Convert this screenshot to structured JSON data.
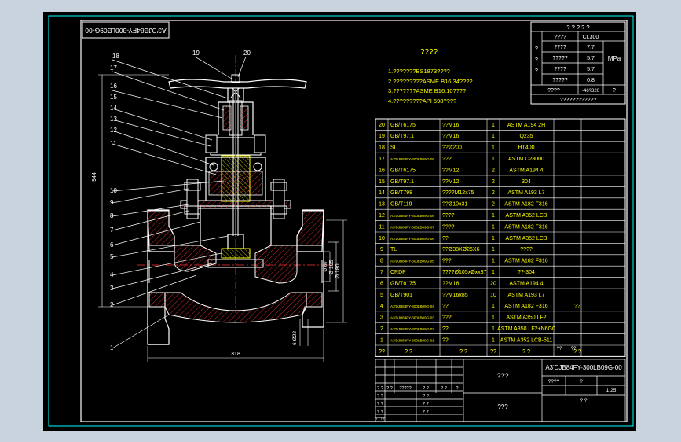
{
  "drawing": {
    "number_rotated": "A3'DJB84FY-300LB09G-00",
    "notes_title": "????",
    "notes": [
      "1.???????BS1873????",
      "2.?????????ASME B16.34????",
      "3.???????ASME B16.10????",
      "4.?????????API 598????"
    ],
    "overall_height": "944",
    "bore_dim": "Ø 60",
    "flange_dim": "Ø 105",
    "od_dim": "Ø 180",
    "length_dim": "318",
    "raised_face_dim": "6-Ø22"
  },
  "leaders": [
    "18",
    "17",
    "16",
    "15",
    "14",
    "13",
    "12",
    "11",
    "10",
    "9",
    "8",
    "7",
    "6",
    "5",
    "4",
    "3",
    "2",
    "1"
  ],
  "top_leaders": [
    "19",
    "20"
  ],
  "spec_table": {
    "title": "? ? ? ? ?",
    "rows": [
      {
        "label": "????",
        "value": "CL300"
      },
      {
        "label": "????",
        "value": "7.7"
      },
      {
        "label": "?????",
        "value": "5.7"
      },
      {
        "label": "????",
        "value": "5.7"
      },
      {
        "label": "?????",
        "value": "0.8"
      }
    ],
    "side_chars": [
      "?",
      "?",
      "?"
    ],
    "unit": "MPa",
    "footer_label": "????",
    "footer_value": "-46?320",
    "footer_unit": "?",
    "footer_note": "????????????"
  },
  "bom": [
    {
      "no": "20",
      "code": "GB/T6175",
      "name": "??M16",
      "qty": "1",
      "material": "ASTM A194 2H",
      "note": ""
    },
    {
      "no": "19",
      "code": "GB/T97.1",
      "name": "??M16",
      "qty": "1",
      "material": "Q235",
      "note": ""
    },
    {
      "no": "18",
      "code": "SL",
      "name": "??Ø200",
      "qty": "1",
      "material": "HT400",
      "note": ""
    },
    {
      "no": "17",
      "code": "A3'DJB84FY-300LB09G-09",
      "name": "???",
      "qty": "1",
      "material": "ASTM C28000",
      "note": ""
    },
    {
      "no": "16",
      "code": "GB/T6175",
      "name": "??M12",
      "qty": "2",
      "material": "ASTM A194 4",
      "note": ""
    },
    {
      "no": "15",
      "code": "GB/T97.1",
      "name": "??M12",
      "qty": "2",
      "material": "304",
      "note": ""
    },
    {
      "no": "14",
      "code": "GB/T798",
      "name": "????M12x75",
      "qty": "2",
      "material": "ASTM A193 L7",
      "note": ""
    },
    {
      "no": "13",
      "code": "GB/T119",
      "name": "??Ø10x31",
      "qty": "2",
      "material": "ASTM A182 F316",
      "note": ""
    },
    {
      "no": "12",
      "code": "A3'DJB84FY-300LB09G-08",
      "name": "????",
      "qty": "1",
      "material": "ASTM A352 LCB",
      "note": ""
    },
    {
      "no": "11",
      "code": "A3'DJB84FY-300LB09G-07",
      "name": "????",
      "qty": "1",
      "material": "ASTM A182 F316",
      "note": ""
    },
    {
      "no": "10",
      "code": "A3'DJB84FY-300LB09G-06",
      "name": "??",
      "qty": "1",
      "material": "ASTM A352 LCB",
      "note": ""
    },
    {
      "no": "9",
      "code": "TL",
      "name": "??Ø38XØ26X6",
      "qty": "1",
      "material": "????",
      "note": ""
    },
    {
      "no": "8",
      "code": "A3'DJB84FY-300LB09G-05",
      "name": "???",
      "qty": "1",
      "material": "ASTM A182 F316",
      "note": ""
    },
    {
      "no": "7",
      "code": "CRDP",
      "name": "????Ø105xØxx37",
      "qty": "1",
      "material": "??-304",
      "note": ""
    },
    {
      "no": "6",
      "code": "GB/T6175",
      "name": "??M16",
      "qty": "20",
      "material": "ASTM A194 4",
      "note": ""
    },
    {
      "no": "5",
      "code": "GB/T901",
      "name": "??M16x85",
      "qty": "10",
      "material": "ASTM A193 L7",
      "note": ""
    },
    {
      "no": "4",
      "code": "A3'DJB84FY-300LB09G-04",
      "name": "??",
      "qty": "1",
      "material": "ASTM A182 F316",
      "note": "??"
    },
    {
      "no": "3",
      "code": "A3'DJB84FY-300LB09G-03",
      "name": "???",
      "qty": "1",
      "material": "ASTM A350 LF2",
      "note": ""
    },
    {
      "no": "2",
      "code": "A3'DJB84FY-300LB09G-02",
      "name": "??",
      "qty": "1",
      "material": "ASTM A350 LF2+N6G0",
      "note": ""
    },
    {
      "no": "1",
      "code": "A3'DJB84FY-300LB09G-01",
      "name": "??",
      "qty": "1",
      "material": "ASTM A352 LCB-511",
      "note": ""
    }
  ],
  "bom_header": {
    "no": "??",
    "code": "?  ?",
    "name": "?  ?",
    "qty": "??",
    "material": "?  ?",
    "note": "?  ?",
    "extra1": "??",
    "extra2": "??"
  },
  "title_block": {
    "center": "???",
    "center2": "???",
    "drawing_no": "A3'DJB84FY-300LB09G-00",
    "scale": "1:25",
    "stage_label": "????",
    "weight_label": "?",
    "sheets": "?      ?",
    "left_labels": [
      "? ?",
      "? ?",
      "? ?",
      "? ?",
      "????"
    ],
    "left_cols": [
      "? ?",
      "? ?",
      "?????",
      "? ?",
      "? ?",
      "?"
    ],
    "left_vals": [
      "? ?",
      "? ?",
      "? ?",
      "? ?",
      "? ?"
    ]
  }
}
